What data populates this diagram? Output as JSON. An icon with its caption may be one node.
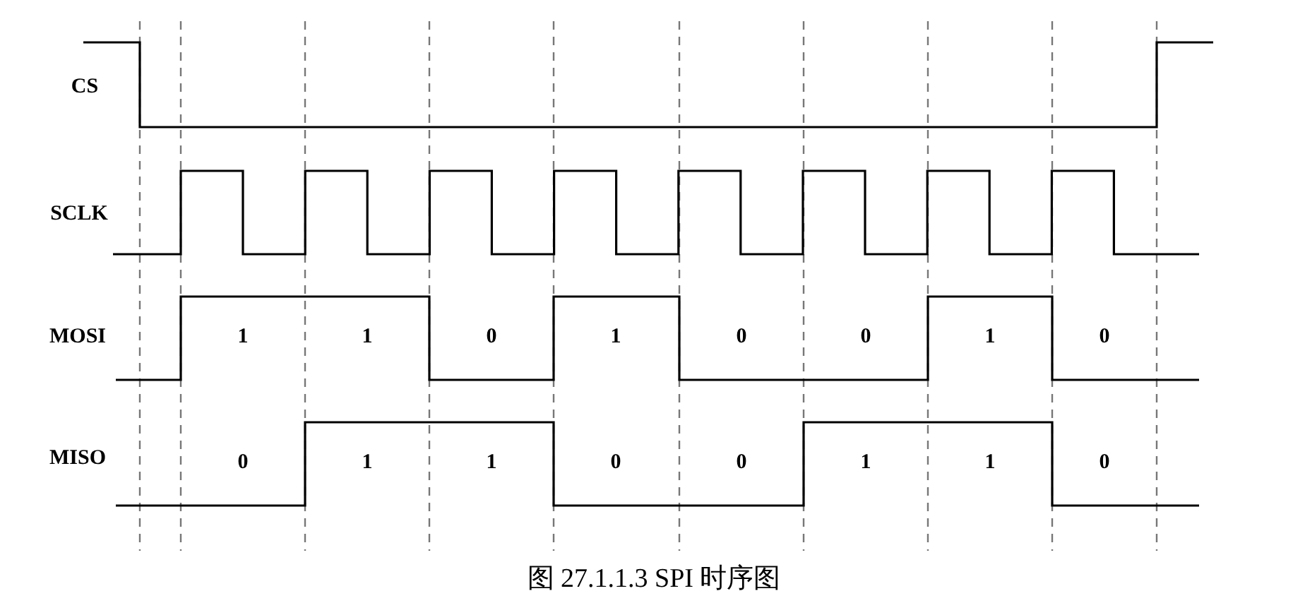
{
  "diagram": {
    "caption": "图 27.1.1.3 SPI 时序图",
    "labels": [
      "CS",
      "SCLK",
      "MOSI",
      "1",
      "1",
      "0",
      "1",
      "0",
      "0",
      "1",
      "0",
      "MISO",
      "0",
      "1",
      "1",
      "0",
      "0",
      "1",
      "1",
      "0"
    ]
  }
}
